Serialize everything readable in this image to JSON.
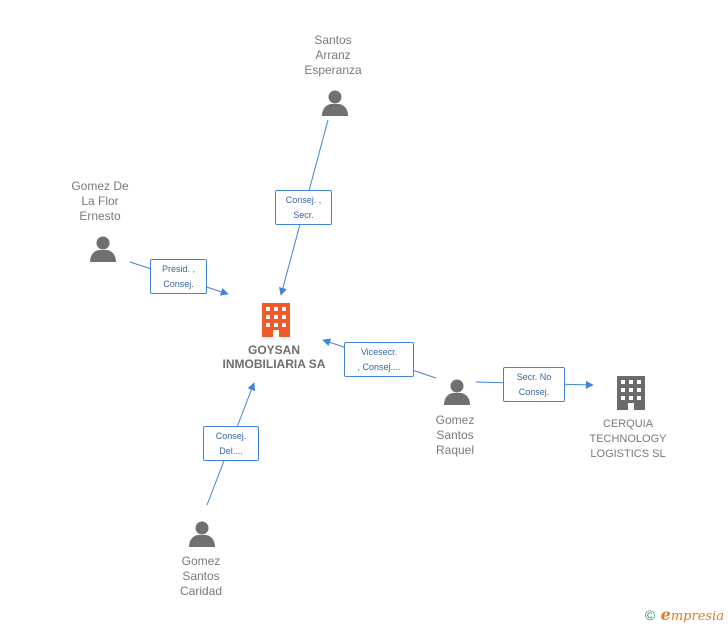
{
  "main_company": {
    "line1": "GOYSAN",
    "line2": "INMOBILIARIA SA",
    "color": "#ef5a2a"
  },
  "people": [
    {
      "id": "santos",
      "lines": [
        "Santos",
        "Arranz",
        "Esperanza"
      ]
    },
    {
      "id": "gomezdelaflor",
      "lines": [
        "Gomez De",
        "La Flor",
        "Ernesto"
      ]
    },
    {
      "id": "raquel",
      "lines": [
        "Gomez",
        "Santos",
        "Raquel"
      ]
    },
    {
      "id": "caridad",
      "lines": [
        "Gomez",
        "Santos",
        "Caridad"
      ]
    }
  ],
  "companies": [
    {
      "id": "cerquia",
      "lines": [
        "CERQUIA",
        "TECHNOLOGY",
        "LOGISTICS SL"
      ],
      "color": "#6b6b6b"
    }
  ],
  "relations": [
    {
      "id": "santos",
      "lines": [
        "Consej. ,",
        "Secr."
      ]
    },
    {
      "id": "gomezdelaflor",
      "lines": [
        "Presid. ,",
        "Consej."
      ]
    },
    {
      "id": "raquel",
      "lines": [
        "Vicesecr.",
        ", Consej...."
      ]
    },
    {
      "id": "caridad",
      "lines": [
        "Consej.",
        "Del...."
      ]
    },
    {
      "id": "cerquia",
      "lines": [
        "Secr.  No",
        "Consej."
      ]
    }
  ],
  "colors": {
    "edge": "#3f84d8",
    "person": "#707070"
  },
  "footer": {
    "copyright": "©",
    "brand_e": "e",
    "brand_rest": "mpresia"
  }
}
